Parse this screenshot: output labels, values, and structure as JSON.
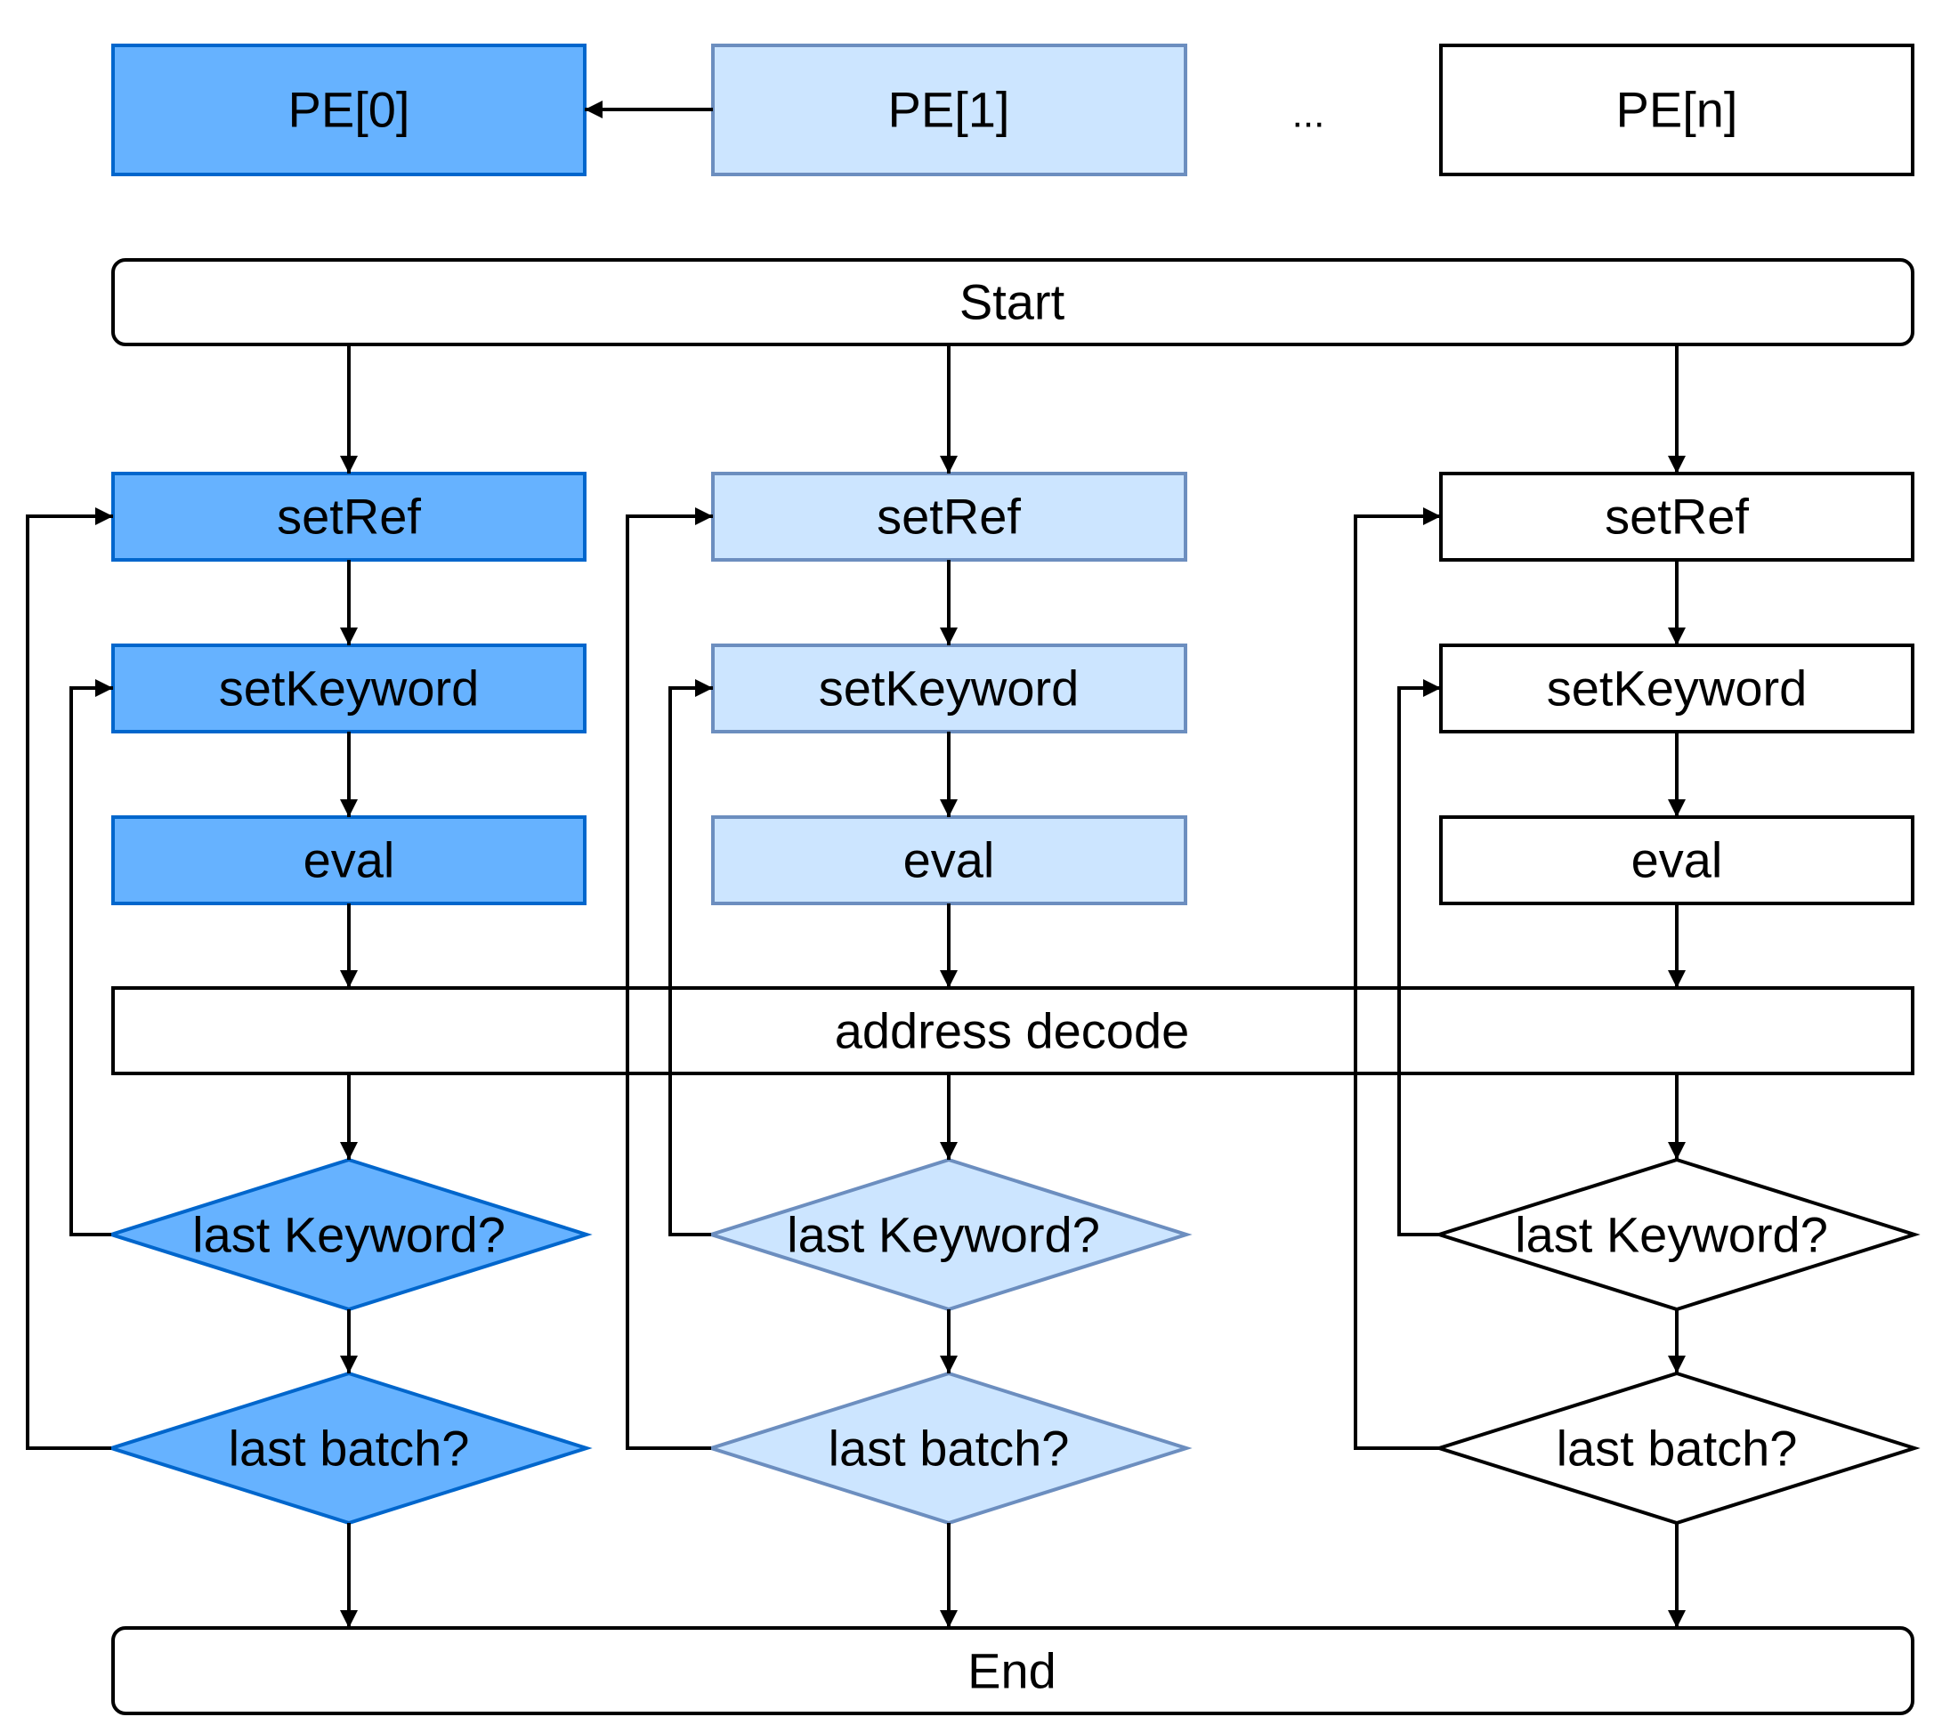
{
  "pe_header": {
    "pe0": "PE[0]",
    "pe1": "PE[1]",
    "ellipsis": "...",
    "pen": "PE[n]"
  },
  "flow": {
    "start": "Start",
    "address_decode": "address decode",
    "end": "End"
  },
  "columns": [
    {
      "set_ref": "setRef",
      "set_keyword": "setKeyword",
      "eval": "eval",
      "last_keyword": "last Keyword?",
      "last_batch": "last batch?"
    },
    {
      "set_ref": "setRef",
      "set_keyword": "setKeyword",
      "eval": "eval",
      "last_keyword": "last Keyword?",
      "last_batch": "last batch?"
    },
    {
      "set_ref": "setRef",
      "set_keyword": "setKeyword",
      "eval": "eval",
      "last_keyword": "last Keyword?",
      "last_batch": "last batch?"
    }
  ],
  "colors": {
    "pe0_fill": "#66b2ff",
    "pe0_stroke": "#0066cc",
    "pe1_fill": "#cce5ff",
    "pe1_stroke": "#6c8ebf",
    "pen_fill": "#ffffff",
    "pen_stroke": "#000000",
    "line": "#000000"
  }
}
